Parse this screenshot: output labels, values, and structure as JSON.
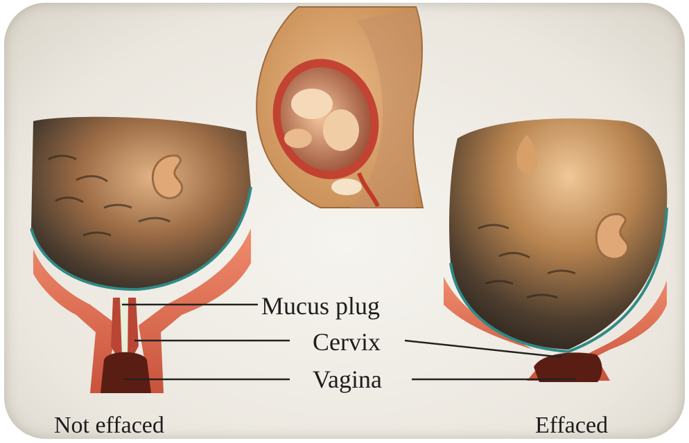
{
  "labels": {
    "mucus_plug": "Mucus plug",
    "cervix": "Cervix",
    "vagina": "Vagina",
    "not_effaced": "Not effaced",
    "effaced": "Effaced"
  },
  "colors": {
    "uterine_wall": "#e0735a",
    "membrane": "#2f8a86",
    "hair": "#3a2f24",
    "skin": "#c58a52",
    "mucus": "#e8f0d8"
  }
}
